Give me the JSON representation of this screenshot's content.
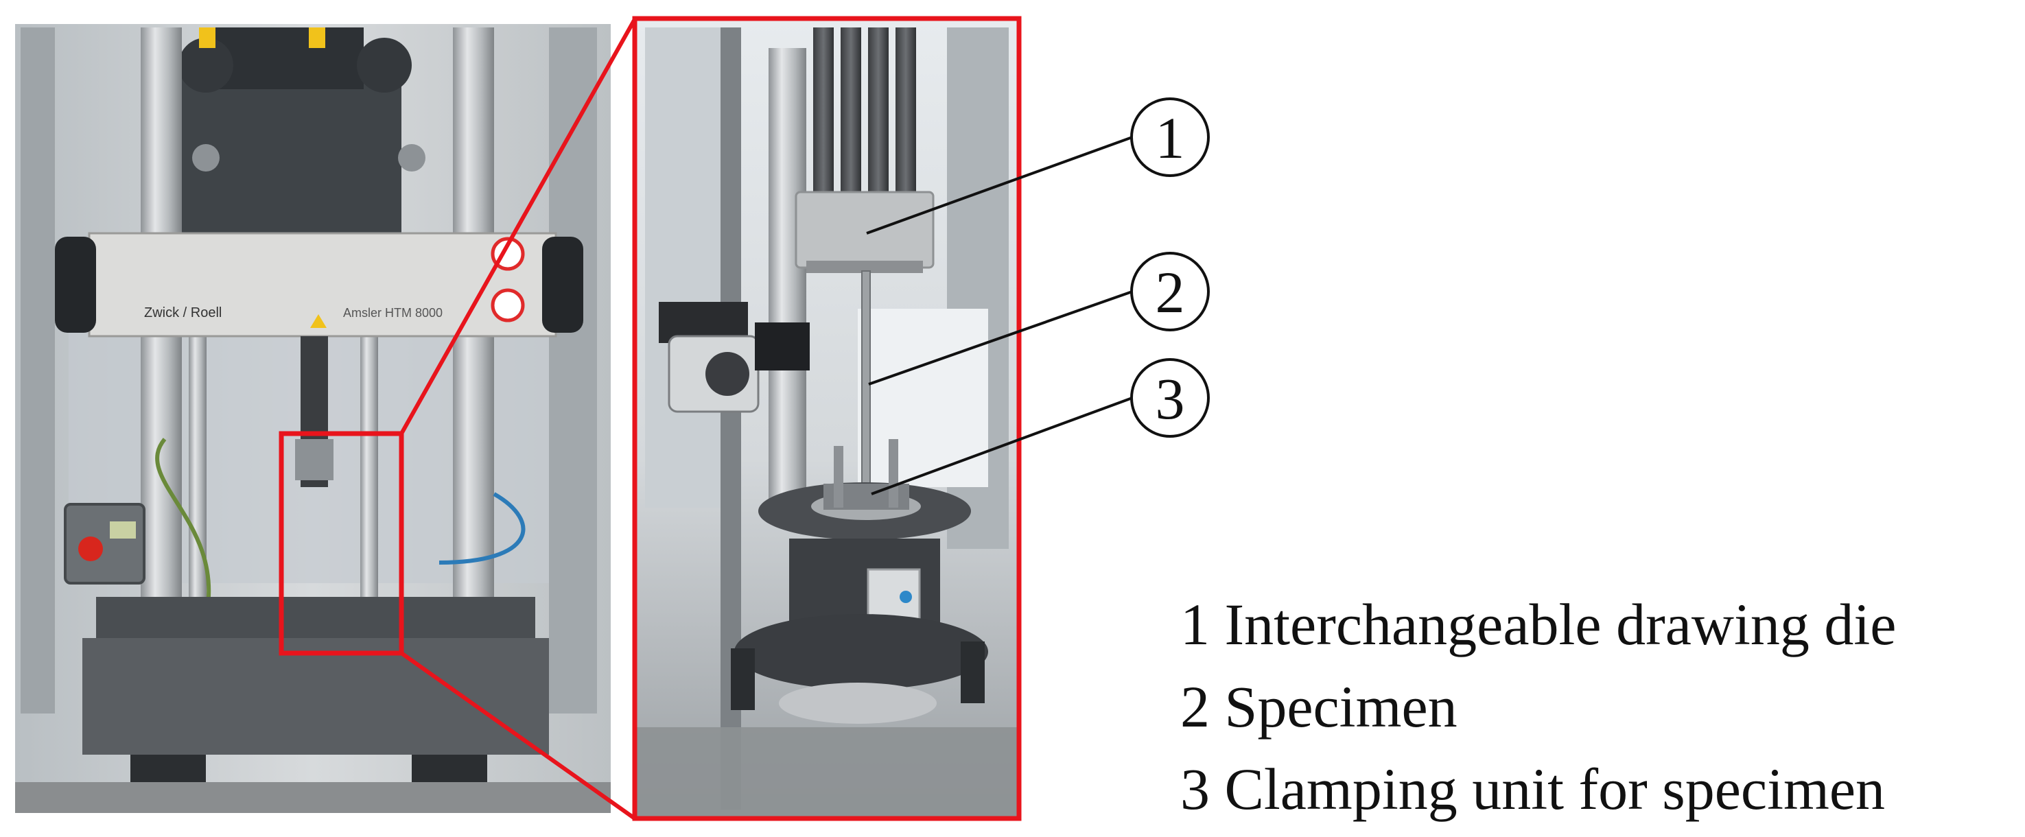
{
  "machine": {
    "brand_label": "Zwick / Roell",
    "model_label": "Amsler  HTM 8000"
  },
  "callouts": [
    {
      "number": "1",
      "target": "interchangeable-drawing-die"
    },
    {
      "number": "2",
      "target": "specimen"
    },
    {
      "number": "3",
      "target": "clamping-unit"
    }
  ],
  "legend": {
    "items": [
      "1 Interchangeable drawing die",
      "2 Specimen",
      "3 Clamping unit for specimen"
    ]
  },
  "colors": {
    "highlight": "#e8141c",
    "machine_gray": "#6b6e73",
    "machine_dark": "#3e4146",
    "crosshead": "#d6d6d4",
    "background_lab": "#c9ccce"
  }
}
